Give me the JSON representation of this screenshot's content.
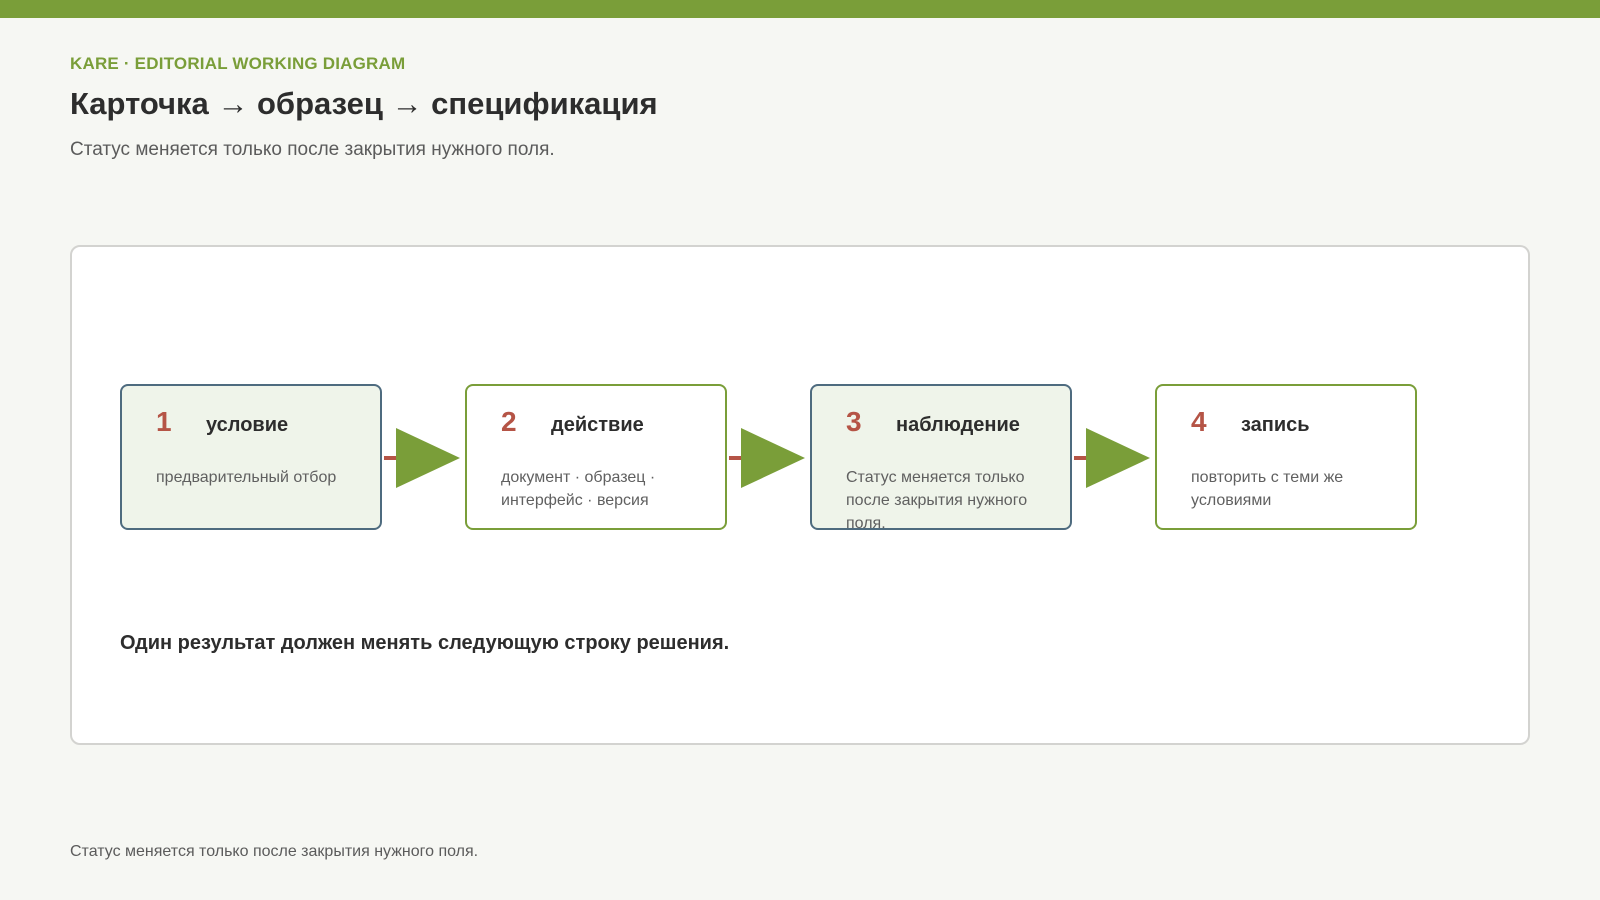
{
  "header": {
    "eyebrow": "KARE · EDITORIAL WORKING DIAGRAM",
    "title": "Карточка → образец → спецификация",
    "subtitle": "Статус меняется только после закрытия нужного поля."
  },
  "diagram": {
    "steps": [
      {
        "number": "1",
        "title": "условие",
        "description": "предварительный отбор"
      },
      {
        "number": "2",
        "title": "действие",
        "description": "документ · образец · интерфейс · версия"
      },
      {
        "number": "3",
        "title": "наблюдение",
        "description": "Статус меняется только после закрытия нужного поля."
      },
      {
        "number": "4",
        "title": "запись",
        "description": "повторить с теми же условиями"
      }
    ],
    "takeaway": "Один результат должен менять следующую строку решения."
  },
  "footer": {
    "note": "Статус меняется только после закрытия нужного поля."
  },
  "colors": {
    "accent": "#7a9e39",
    "number": "#b55446",
    "connector": "#b55446",
    "blue_border": "#4e6b7f",
    "blue_fill": "#eff4ea"
  }
}
